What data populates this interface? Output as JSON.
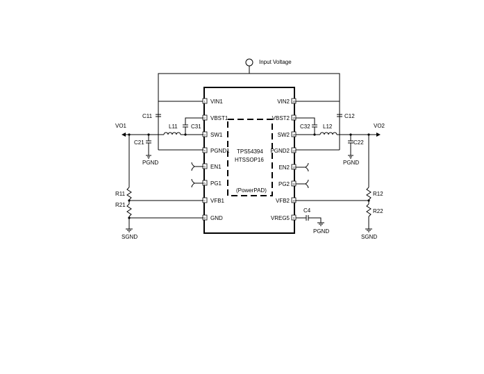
{
  "input": {
    "label": "Input Voltage"
  },
  "chip": {
    "part": "TPS54394",
    "package": "HTSSOP16",
    "pad": "(PowerPAD)"
  },
  "pins": {
    "left": [
      "VIN1",
      "VBST1",
      "SW1",
      "PGND1",
      "EN1",
      "PG1",
      "VFB1",
      "GND"
    ],
    "right": [
      "VIN2",
      "VBST2",
      "SW2",
      "PGND2",
      "EN2",
      "PG2",
      "VFB2",
      "VREG5"
    ]
  },
  "components": {
    "c11": "C11",
    "c21": "C21",
    "c31": "C31",
    "l11": "L11",
    "c12": "C12",
    "c22": "C22",
    "c32": "C32",
    "l12": "L12",
    "r11": "R11",
    "r21": "R21",
    "r12": "R12",
    "r22": "R22",
    "c4": "C4"
  },
  "nets": {
    "vo1": "VO1",
    "vo2": "VO2",
    "pgnd_left": "PGND",
    "pgnd_right": "PGND",
    "pgnd_c4": "PGND",
    "sgnd_left": "SGND",
    "sgnd_right": "SGND"
  }
}
